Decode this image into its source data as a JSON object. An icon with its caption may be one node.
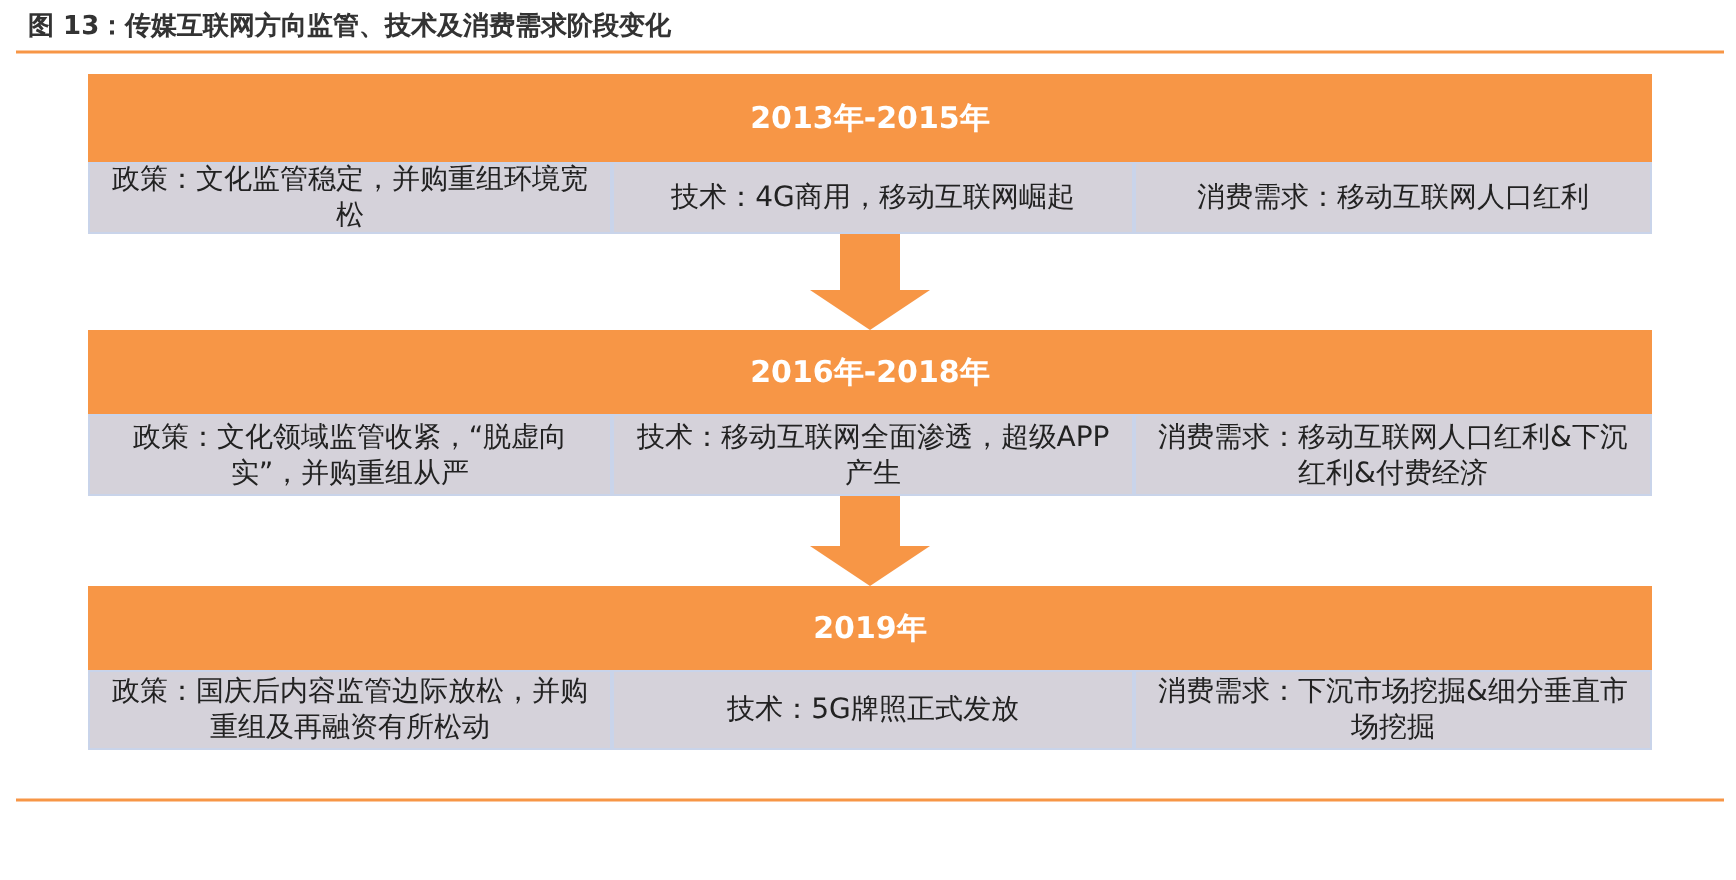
{
  "diagram": {
    "title": "图 13：传媒互联网方向监管、技术及消费需求阶段变化",
    "nodes": [
      {
        "text": [
          "2013年-2015年"
        ]
      },
      {
        "text": [
          "政策：文化监管稳定，并购重组环境宽松"
        ],
        "in": 0
      },
      {
        "text": [
          "技术：4G商用，移动互联网崛起"
        ],
        "in": 0
      },
      {
        "text": [
          "消费需求：移动互联网人口红利"
        ],
        "in": 0
      },
      {
        "text": [
          "2016年-2018年"
        ]
      },
      {
        "text": [
          "政策：文化领域监管收紧，“脱虚向实”，并购重组从严"
        ],
        "in": 4
      },
      {
        "text": [
          "技术：移动互联网全面渗透，超级APP产生"
        ],
        "in": 4
      },
      {
        "text": [
          "消费需求：移动互联网人口红利&下沉红利&付费经济"
        ],
        "in": 4
      },
      {
        "text": [
          "2019年"
        ]
      },
      {
        "text": [
          "政策：国庆后内容监管边际放松，并购重组及再融资有所松动"
        ],
        "in": 8
      },
      {
        "text": [
          "技术：5G牌照正式发放"
        ],
        "in": 8
      },
      {
        "text": [
          "消费需求：下沉市场挖掘&细分垂直市场挖掘"
        ],
        "in": 8
      }
    ],
    "edges": [
      {
        "from": 0,
        "to": 4,
        "arrow": "to"
      },
      {
        "from": 4,
        "to": 8,
        "arrow": "to"
      }
    ]
  }
}
